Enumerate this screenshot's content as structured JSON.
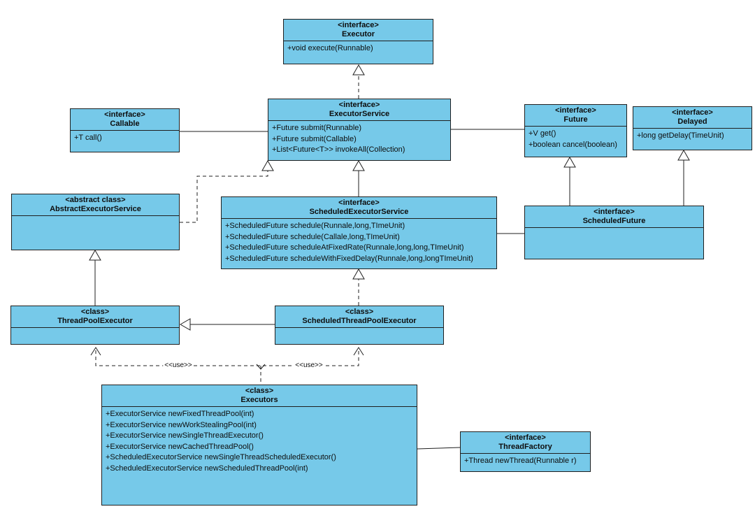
{
  "diagram": {
    "title": "Java Executor framework UML class diagram",
    "colors": {
      "box_fill": "#76C9E9",
      "box_border": "#1F1F1F",
      "background": "#FFFFFF",
      "line": "#1F1F1F"
    },
    "use_label": "<<use>>",
    "boxes": [
      {
        "id": "executor",
        "stereotype": "<interface>",
        "name": "Executor",
        "methods": [
          "+void execute(Runnable)"
        ]
      },
      {
        "id": "executor-service",
        "stereotype": "<interface>",
        "name": "ExecutorService",
        "methods": [
          "+Future submit(Runnable)",
          "+Future submit(Callable)",
          "+List<Future<T>> invokeAll(Collection)"
        ]
      },
      {
        "id": "callable",
        "stereotype": "<interface>",
        "name": "Callable",
        "methods": [
          "+T call()"
        ]
      },
      {
        "id": "future",
        "stereotype": "<interface>",
        "name": "Future",
        "methods": [
          "+V get()",
          "+boolean cancel(boolean)"
        ]
      },
      {
        "id": "delayed",
        "stereotype": "<interface>",
        "name": "Delayed",
        "methods": [
          "+long getDelay(TimeUnit)"
        ]
      },
      {
        "id": "abstract-executor-service",
        "stereotype": "<abstract class>",
        "name": "AbstractExecutorService",
        "methods": []
      },
      {
        "id": "scheduled-executor-service",
        "stereotype": "<interface>",
        "name": "ScheduledExecutorService",
        "methods": [
          "+ScheduledFuture schedule(Runnale,long,TImeUnit)",
          "+ScheduledFuture schedule(Callale,long,TImeUnit)",
          "+ScheduledFuture scheduleAtFixedRate(Runnale,long,long,TImeUnit)",
          "+ScheduledFuture scheduleWithFixedDelay(Runnale,long,longTImeUnit)"
        ]
      },
      {
        "id": "scheduled-future",
        "stereotype": "<interface>",
        "name": "ScheduledFuture",
        "methods": []
      },
      {
        "id": "thread-pool-executor",
        "stereotype": "<class>",
        "name": "ThreadPoolExecutor",
        "methods": []
      },
      {
        "id": "scheduled-thread-pool-executor",
        "stereotype": "<class>",
        "name": "ScheduledThreadPoolExecutor",
        "methods": []
      },
      {
        "id": "executors",
        "stereotype": "<class>",
        "name": "Executors",
        "methods": [
          "+ExecutorService newFixedThreadPool(int)",
          "+ExecutorService newWorkStealingPool(int)",
          "+ExecutorService newSingleThreadExecutor()",
          "+ExecutorService newCachedThreadPool()",
          "+ScheduledExecutorService newSingleThreadScheduledExecutor()",
          "+ScheduledExecutorService newScheduledThreadPool(int)"
        ]
      },
      {
        "id": "thread-factory",
        "stereotype": "<interface>",
        "name": "ThreadFactory",
        "methods": [
          "+Thread newThread(Runnable r)"
        ]
      }
    ]
  }
}
